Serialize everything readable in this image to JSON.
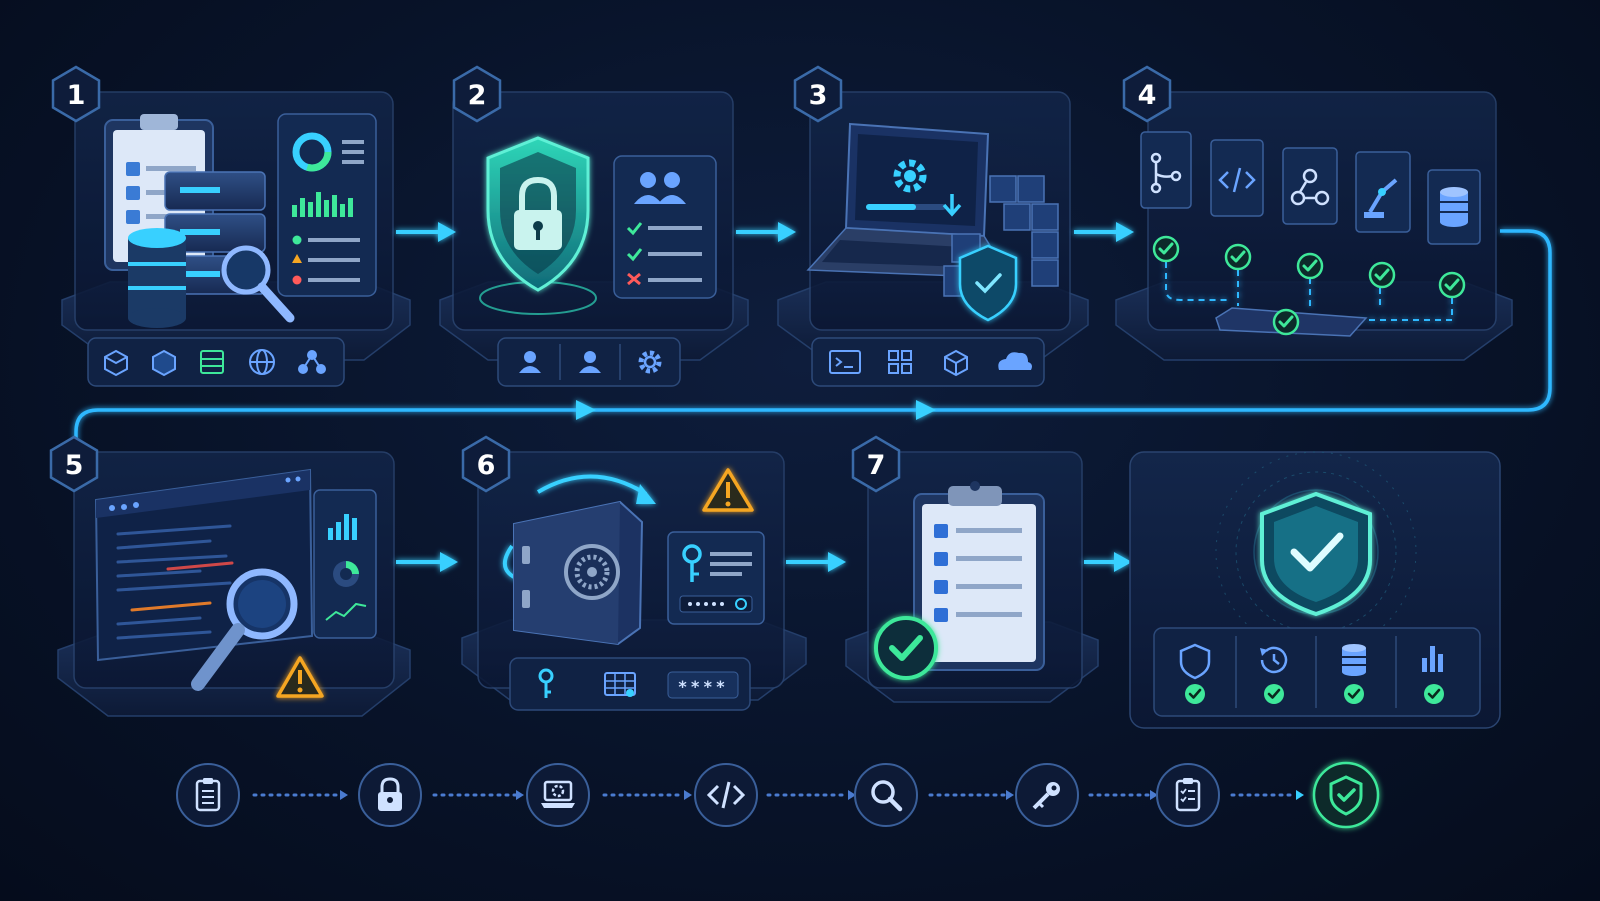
{
  "steps": [
    {
      "number": "1"
    },
    {
      "number": "2"
    },
    {
      "number": "3"
    },
    {
      "number": "4"
    },
    {
      "number": "5"
    },
    {
      "number": "6"
    },
    {
      "number": "7"
    }
  ],
  "final_stage": {
    "checks": [
      "shield-icon",
      "history-icon",
      "database-icon",
      "bar-chart-icon"
    ]
  },
  "bottom_timeline": {
    "icons": [
      "clipboard-icon",
      "lock-icon",
      "laptop-settings-icon",
      "code-icon",
      "search-icon",
      "key-icon",
      "checklist-icon",
      "shield-check-icon"
    ]
  },
  "vault_strip": {
    "password_mask": "****"
  },
  "colors": {
    "background": "#081329",
    "panel": "#0f1f3f",
    "panel_border": "#2a4470",
    "accent_cyan": "#38d0ff",
    "accent_green": "#3ee89a",
    "warning": "#f5a623",
    "error": "#ff5a5a"
  }
}
